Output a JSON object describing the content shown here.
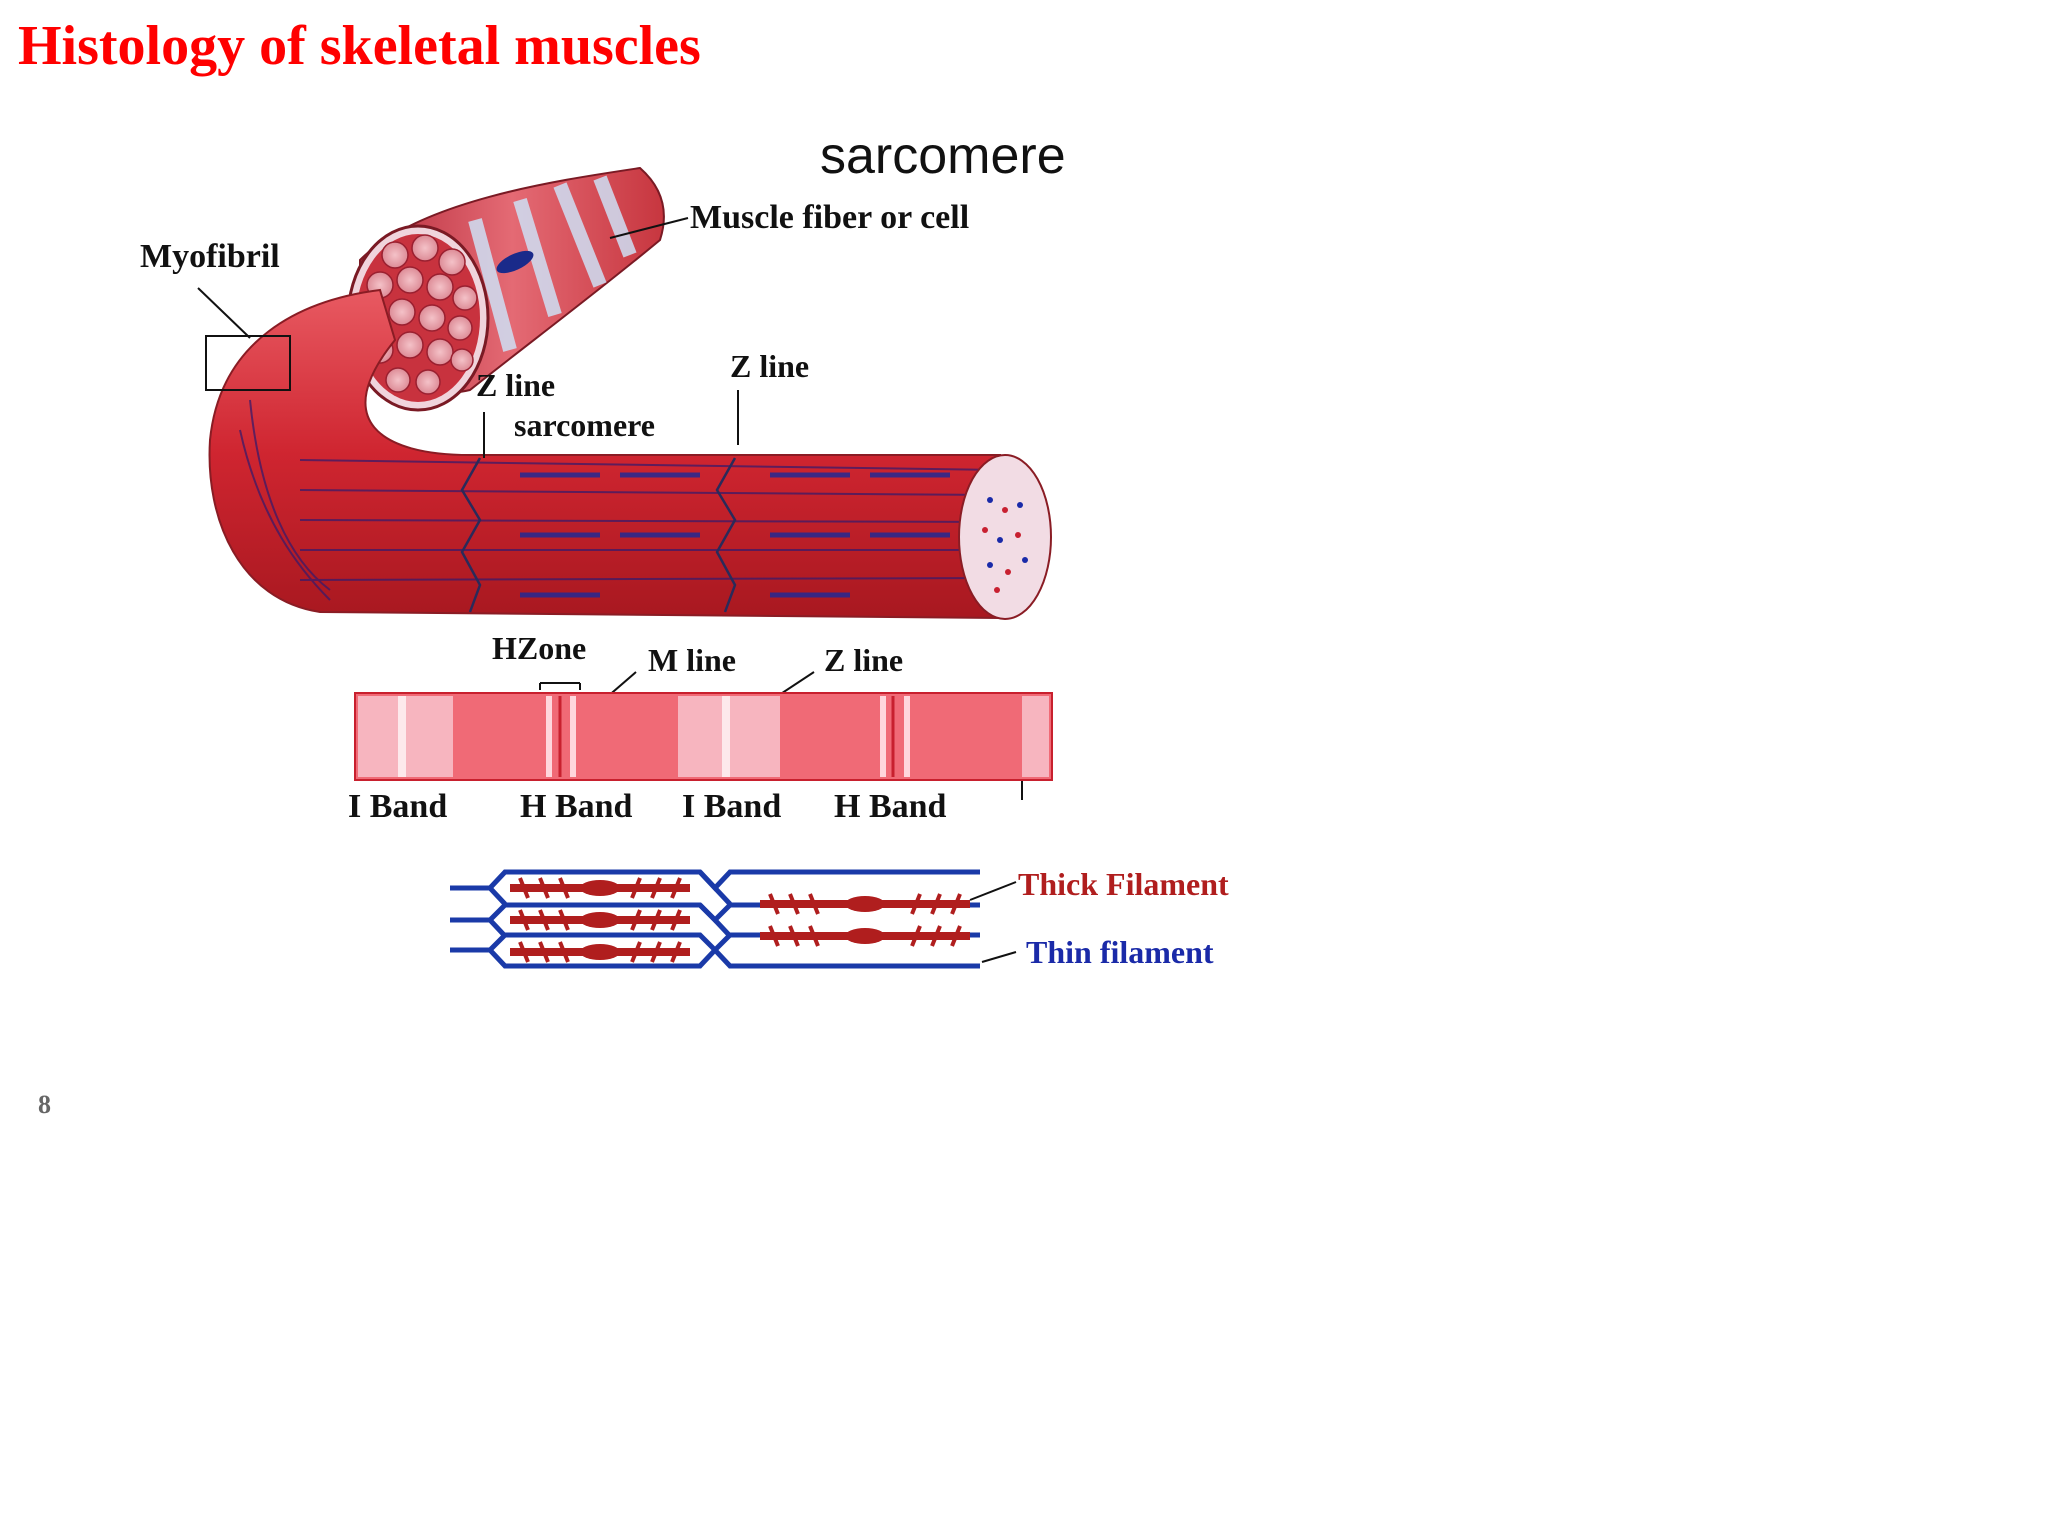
{
  "slide": {
    "title": "Histology of skeletal muscles",
    "page_number": "8"
  },
  "diagram": {
    "labels": {
      "sarcomere_header": "sarcomere",
      "muscle_fiber": "Muscle fiber or cell",
      "myofibril": "Myofibril",
      "z_line_left": "Z line",
      "z_line_right": "Z line",
      "sarcomere": "sarcomere",
      "h_zone": "HZone",
      "m_line": "M line",
      "z_line_band": "Z line",
      "i_band_1": "I Band",
      "h_band_1": "H Band",
      "i_band_2": "I Band",
      "h_band_2": "H Band",
      "thick_filament": "Thick Filament",
      "thin_filament": "Thin filament"
    },
    "colors": {
      "title": "#ff0000",
      "muscle_red": "#d8262e",
      "band_pink": "#f06a76",
      "thick_filament": "#b01e1e",
      "thin_filament": "#1a2aa8"
    }
  }
}
